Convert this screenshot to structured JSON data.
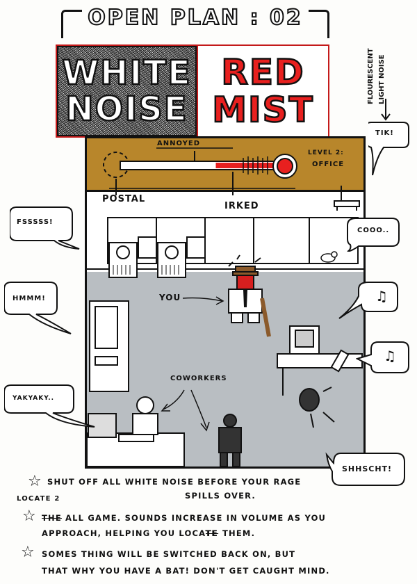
{
  "header": {
    "title": "OPEN PLAN : 02"
  },
  "logo": {
    "left_line1": "WHITE",
    "left_line2": "NOISE",
    "right_line1": "RED",
    "right_line2": "MIST"
  },
  "side_label": {
    "line1": "FLOURESCENT",
    "line2": "LIGHT NOISE"
  },
  "meter": {
    "annoyed": "ANNOYED",
    "postal": "POSTAL",
    "irked": "IRKED",
    "level_line1": "LEVEL 2:",
    "level_line2": "OFFICE",
    "fill_fraction": 0.45
  },
  "labels": {
    "you": "YOU",
    "coworkers": "COWORKERS"
  },
  "bubbles": {
    "tik": "TIK!",
    "fsss": "FSSSSS!",
    "cooo": "COOO..",
    "hmmm": "HMMM!",
    "note1": "♫",
    "note2": "♫",
    "yakyaky": "YAKYAKY..",
    "shhscht": "SHHSCHT!"
  },
  "instructions": {
    "line1a": "SHUT OFF ALL WHITE NOISE BEFORE YOUR RAGE",
    "line1b_prefix": "LOCATE 2",
    "line1b": "SPILLS OVER.",
    "line2_strike": "THE",
    "line2a": "ALL GAME. SOUNDS INCREASE IN VOLUME AS YOU",
    "line2b_pre": "APPROACH, HELPING YOU LOCATE",
    "line2b_strike": "TE",
    "line2b_post": "THEM.",
    "line3a": "SOMES THING WILL BE SWITCHED BACK ON, BUT",
    "line3b": "THAT WHY YOU HAVE A BAT!   DON'T GET CAUGHT MIND."
  },
  "colors": {
    "meter_strip": "#b8862b",
    "floor": "#b9bec2",
    "red": "#e8201f"
  }
}
